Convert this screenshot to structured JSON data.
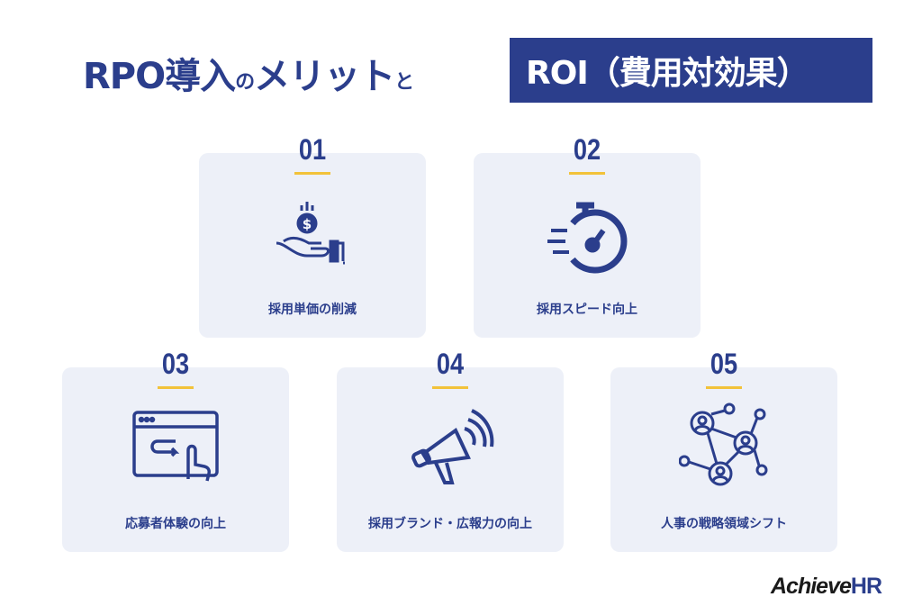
{
  "title": {
    "main": "RPO導入",
    "connector1": "の",
    "middle": "メリット",
    "connector2": "と",
    "badge": "ROI（費用対効果）"
  },
  "colors": {
    "navy": "#2b3e8c",
    "card": "#edf0f8",
    "accent": "#f2c23a"
  },
  "cards": [
    {
      "num": "01",
      "label": "採用単価の削減",
      "icon": "hand-coin-icon"
    },
    {
      "num": "02",
      "label": "採用スピード向上",
      "icon": "stopwatch-icon"
    },
    {
      "num": "03",
      "label": "応募者体験の向上",
      "icon": "browser-click-icon"
    },
    {
      "num": "04",
      "label": "採用ブランド・広報力の向上",
      "icon": "megaphone-icon"
    },
    {
      "num": "05",
      "label": "人事の戦略領域シフト",
      "icon": "network-people-icon"
    }
  ],
  "logo": {
    "part1": "Achieve",
    "part2": "HR"
  }
}
